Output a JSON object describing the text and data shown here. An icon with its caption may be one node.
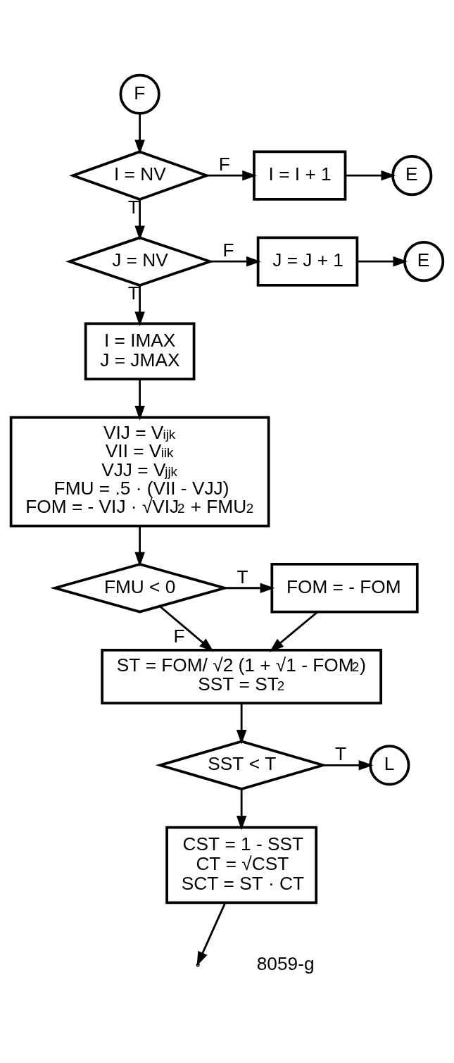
{
  "diagram": {
    "nodes": [
      {
        "text": [
          "F"
        ]
      },
      {
        "text": [
          "I = NV"
        ]
      },
      {
        "text": [
          "I = I + 1"
        ]
      },
      {
        "text": [
          "E"
        ]
      },
      {
        "text": [
          "J = NV"
        ]
      },
      {
        "text": [
          "J = J + 1"
        ]
      },
      {
        "text": [
          "E"
        ]
      },
      {
        "text": [
          "I = IMAX",
          "J = JMAX"
        ]
      },
      {
        "text": [
          "VIJ = V$_{ijk}$",
          "VII = V$_{iik}$",
          "VJJ = V$_{jjk}$",
          "FMU = .5 · (VII - VJJ)",
          "FOM = - VIJ · √VIJ$^{2}$ + FMU$^{2}$"
        ]
      },
      {
        "text": [
          "FMU < 0"
        ]
      },
      {
        "text": [
          "FOM = - FOM"
        ]
      },
      {
        "text": [
          "ST = FOM/ √2 (1 + √1 - FOM$^{2}$)",
          "SST = ST$^{2}$"
        ]
      },
      {
        "text": [
          "SST < T"
        ]
      },
      {
        "text": [
          "L"
        ]
      },
      {
        "text": [
          "CST = 1 - SST",
          "CT = √CST",
          "SCT = ST · CT"
        ]
      }
    ],
    "edges": [
      {
        "from": 0,
        "to": 1,
        "arrow": "to"
      },
      {
        "from": 1,
        "to": 2,
        "arrow": "to",
        "label": "F"
      },
      {
        "from": 2,
        "to": 3,
        "arrow": "to"
      },
      {
        "from": 1,
        "to": 4,
        "arrow": "to",
        "label": "T"
      },
      {
        "from": 4,
        "to": 5,
        "arrow": "to",
        "label": "F"
      },
      {
        "from": 5,
        "to": 6,
        "arrow": "to"
      },
      {
        "from": 4,
        "to": 7,
        "arrow": "to",
        "label": "T"
      },
      {
        "from": 7,
        "to": 8,
        "arrow": "to"
      },
      {
        "from": 8,
        "to": 9,
        "arrow": "to"
      },
      {
        "from": 9,
        "to": 10,
        "arrow": "to",
        "label": "T"
      },
      {
        "from": 10,
        "to": 11,
        "arrow": "to"
      },
      {
        "from": 9,
        "to": 11,
        "arrow": "to",
        "label": "F"
      },
      {
        "from": 11,
        "to": 12,
        "arrow": "to"
      },
      {
        "from": 12,
        "to": 13,
        "arrow": "to",
        "label": "T"
      },
      {
        "from": 12,
        "to": 14,
        "arrow": "to"
      },
      {
        "from": 14,
        "to": null,
        "arrow": "to"
      }
    ],
    "labels": [
      "8059-g"
    ]
  }
}
